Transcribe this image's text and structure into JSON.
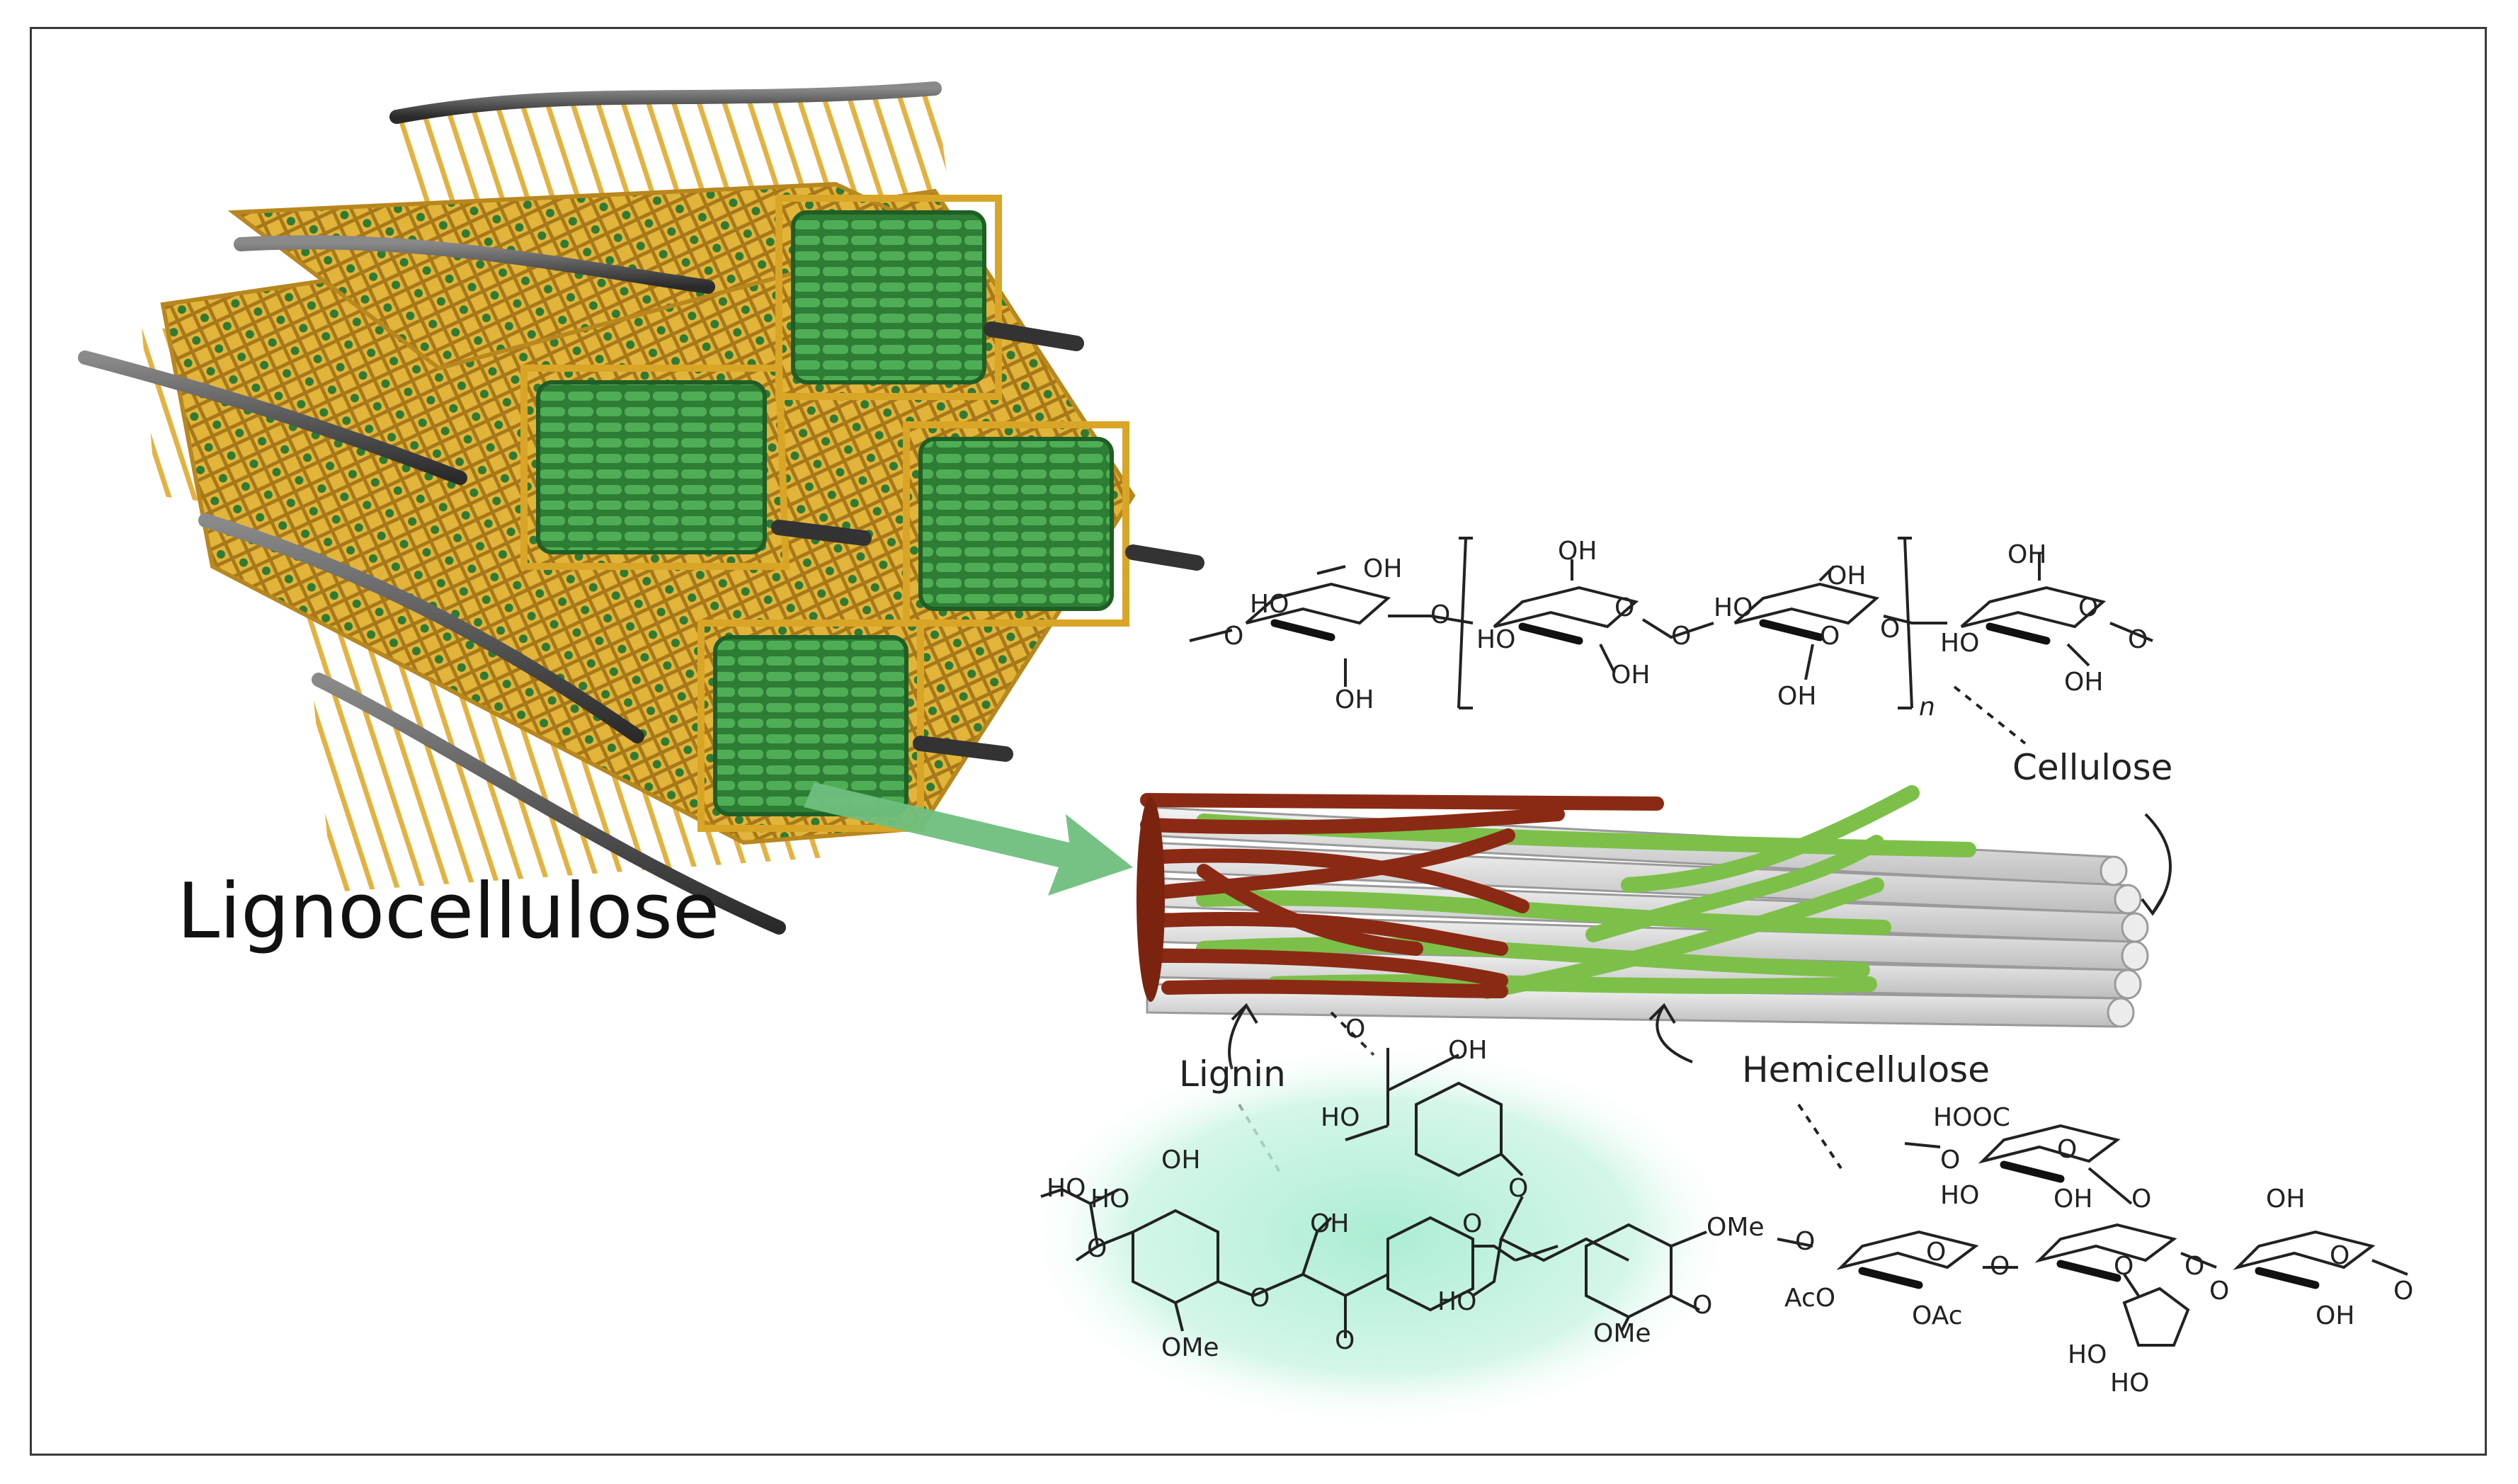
{
  "title": "Lignocellulose",
  "components": {
    "cellulose": "Cellulose",
    "hemicellulose": "Hemicellulose",
    "lignin": "Lignin"
  },
  "cellulose_structure": {
    "labels": [
      "HO",
      "OH",
      "O",
      "O",
      "OH",
      "HO",
      "OH",
      "O",
      "O",
      "HO",
      "OH",
      "O",
      "OH",
      "O",
      "OH",
      "OH",
      "HO",
      "O",
      "OH",
      "O"
    ],
    "repeat_index": "n"
  },
  "lignin_structure": {
    "labels": [
      "O",
      "OH",
      "HO",
      "HO",
      "OH",
      "HO",
      "O",
      "OH",
      "O",
      "O",
      "OMe",
      "O",
      "OMe",
      "O",
      "HO",
      "OMe",
      "O"
    ]
  },
  "hemicellulose_structure": {
    "labels": [
      "HOOC",
      "O",
      "O",
      "HO",
      "OH",
      "OH",
      "O",
      "O",
      "O",
      "O",
      "O",
      "AcO",
      "OAc",
      "O",
      "O",
      "O",
      "OH",
      "HO",
      "HO",
      "O"
    ]
  },
  "colors": {
    "cellulose_crystal": "#3f9a4a",
    "lignin_mesh": "#d9a526",
    "lignin_fiber": "#8b2a14",
    "hemicellulose_fiber": "#7cc04a",
    "cellulose_rod": "#dedede",
    "highlight_glow": "#bff0dc",
    "arrow": "#6fbf7e"
  }
}
